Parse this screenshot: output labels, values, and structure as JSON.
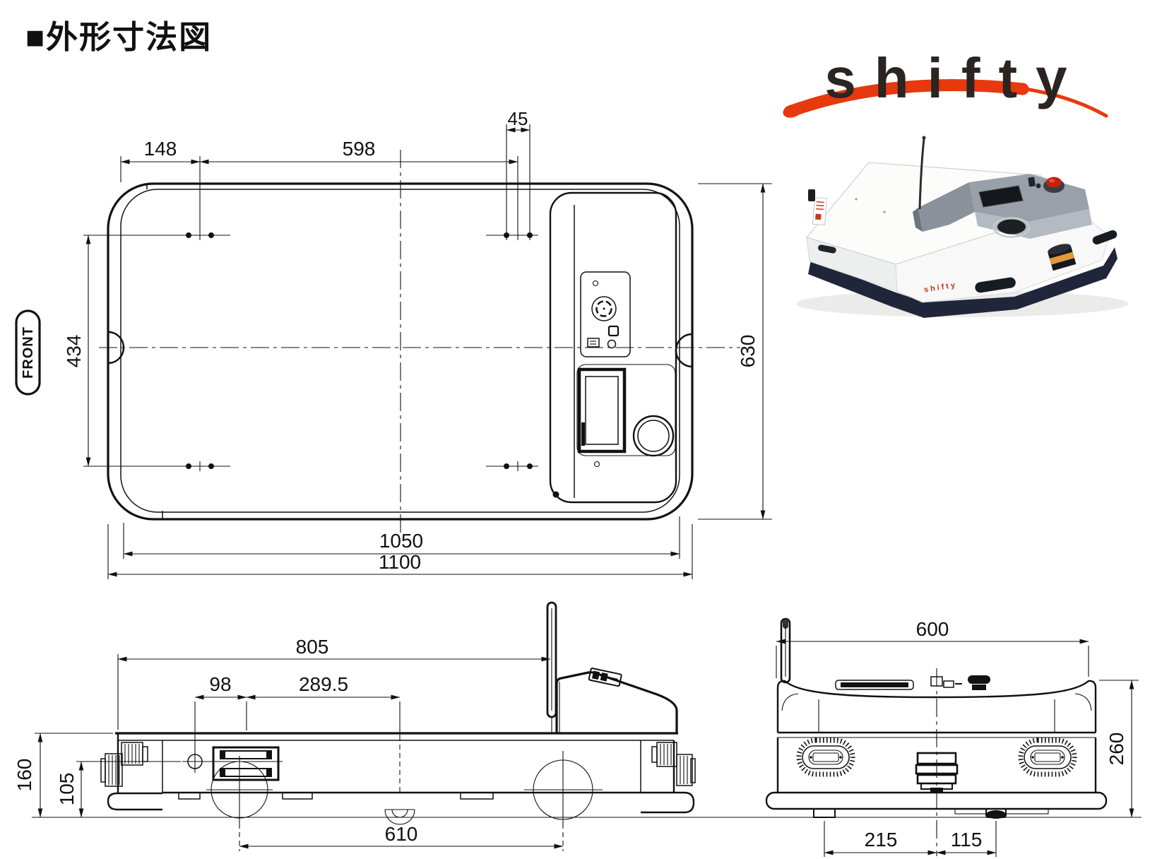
{
  "title": "■外形寸法図",
  "logo": {
    "text": "shifty"
  },
  "photo": {
    "body_label": "shifty"
  },
  "views": {
    "top": {
      "front_label": "FRONT",
      "dims": {
        "hole_pitch_top": "45",
        "edge_to_holes": "148",
        "holes_span": "598",
        "holes_pitch_vert": "434",
        "body_depth": "630",
        "flat_length": "1050",
        "overall_length": "1100"
      }
    },
    "side": {
      "dims": {
        "edge_to_antenna": "805",
        "hole_to_ref": "98",
        "ref_to_caster": "289.5",
        "body_height": "160",
        "hole_height": "105",
        "wheelbase": "610"
      }
    },
    "rear": {
      "dims": {
        "overall_width": "600",
        "overall_height": "260",
        "left_wheel_to_center": "215",
        "center_to_right_wheel": "115"
      }
    }
  }
}
